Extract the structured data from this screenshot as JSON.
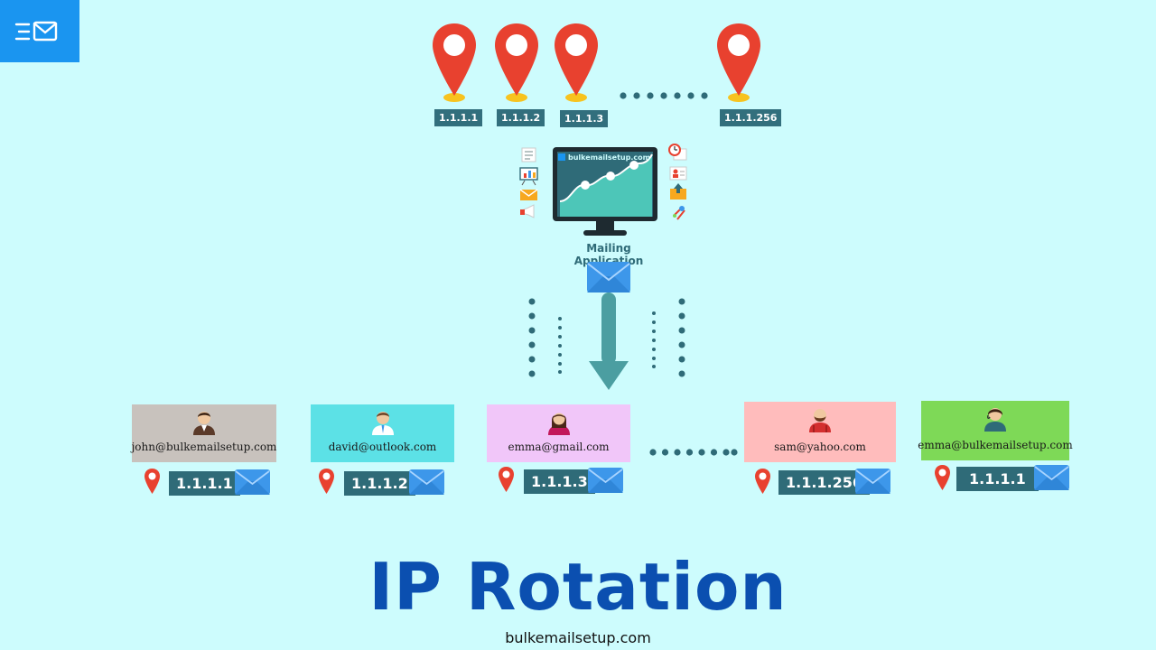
{
  "header": {
    "logo_icon": "menu-mail-icon"
  },
  "top_locations": [
    {
      "ip": "1.1.1.1"
    },
    {
      "ip": "1.1.1.2"
    },
    {
      "ip": "1.1.1.3"
    },
    {
      "ip": "1.1.1.256"
    }
  ],
  "app": {
    "screen_brand": "bulkemailsetup.com",
    "label": "Mailing Application"
  },
  "recipients": [
    {
      "email": "john@bulkemailsetup.com",
      "ip": "1.1.1.1",
      "color": "#c8c2bd"
    },
    {
      "email": "david@outlook.com",
      "ip": "1.1.1.2",
      "color": "#5ce1e6"
    },
    {
      "email": "emma@gmail.com",
      "ip": "1.1.1.3",
      "color": "#f1c6f9"
    },
    {
      "email": "sam@yahoo.com",
      "ip": "1.1.1.256",
      "color": "#ffbcbc"
    },
    {
      "email": "emma@bulkemailsetup.com",
      "ip": "1.1.1.1",
      "color": "#7ed957"
    }
  ],
  "title": "IP Rotation",
  "footer": "bulkemailsetup.com",
  "colors": {
    "background": "#cdfcfd",
    "pin": "#e8412f",
    "tag": "#326f7d",
    "title": "#0b4fb0",
    "envelope": "#3d97ea"
  }
}
